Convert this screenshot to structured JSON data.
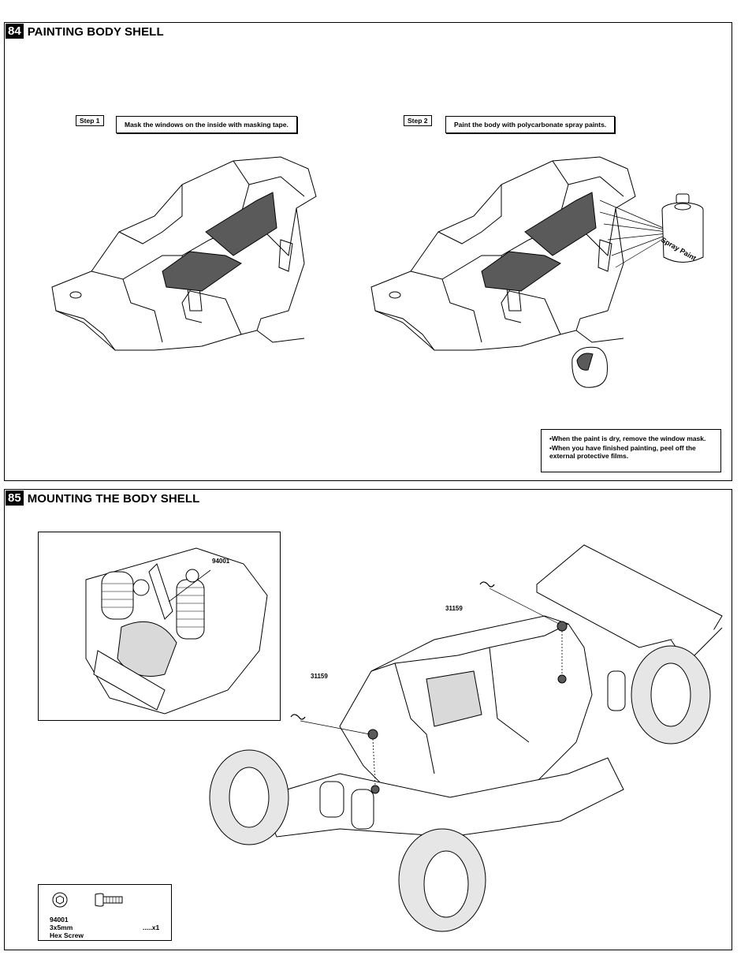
{
  "step84": {
    "number": "84",
    "title": "PAINTING BODY SHELL",
    "step1": {
      "tag": "Step 1",
      "text": "Mask the windows on the inside with masking tape."
    },
    "step2": {
      "tag": "Step 2",
      "text": "Paint the body with polycarbonate spray paints."
    },
    "spray_label": "Spray Paint",
    "notes": [
      "•When the paint is dry, remove the window mask.",
      "•When you have finished painting, peel off the external protective films."
    ]
  },
  "step85": {
    "number": "85",
    "title": "MOUNTING THE BODY SHELL",
    "inset_part": "94001",
    "part_left": "31159",
    "part_right": "31159",
    "hardware": {
      "code": "94001",
      "size": "3x5mm",
      "qty": ".....x1",
      "name": "Hex Screw"
    }
  },
  "colors": {
    "mask_fill": "#5a5a5a",
    "line": "#000000",
    "shade": "#d9d9d9"
  }
}
